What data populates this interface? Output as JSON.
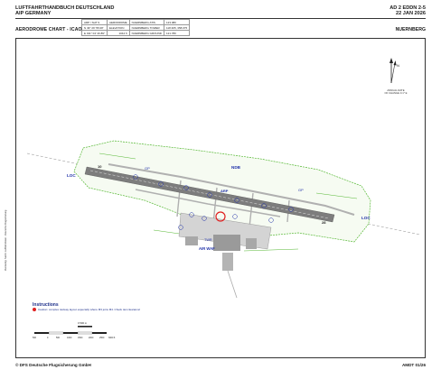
{
  "header": {
    "left_line1": "LUFTFAHRTHANDBUCH DEUTSCHLAND",
    "left_line2": "AIP GERMANY",
    "right_line1": "AD 2 EDDN 2-5",
    "right_line2": "22 JAN 2026"
  },
  "chart": {
    "title": "AERODROME CHART - ICAO",
    "location": "NUERNBERG"
  },
  "info_table": {
    "r1": [
      "ARP / SHT 9",
      "AERODROME",
      "NUERNBERG ATIS",
      "123.080"
    ],
    "r2": [
      "N 49° 29' 55.99\"",
      "ELEVATION",
      "NUERNBERG TOWER",
      "118.305, 358.075"
    ],
    "r3": [
      "E 011° 04' 40.89\"",
      "1044 ft",
      "NUERNBERG GROUND",
      "121.780"
    ]
  },
  "north": {
    "label": "N",
    "magvar_line1": "ANNUAL RATE",
    "magvar_line2": "OF CHANGE 0.1° E"
  },
  "map_labels": {
    "loc_west": "LOC",
    "loc_east": "LOC",
    "ndb": "NDB",
    "gp_west": "GP",
    "gp_east": "GP",
    "arp": "ARP",
    "twr": "TWR",
    "terminal": "AIR WAF",
    "rwy_west": "10",
    "rwy_east": "28"
  },
  "instructions": {
    "title": "Instructions",
    "item1": "Caution: complex taxiway layout especially where M3 joins M4. Check taxi clearance!"
  },
  "scale": {
    "label_top": "0  500 m",
    "ticks": [
      "500",
      "0",
      "500",
      "1000",
      "1500",
      "2000",
      "2500",
      "3000 ft"
    ]
  },
  "side_note": "Zuständig: Nachr. Luftfahrtdaten - Deutsche Flugsicherung",
  "footer": {
    "left": "© DFS Deutsche Flugsicherung GmbH",
    "right": "AMDT 01/26"
  },
  "colors": {
    "green": "#55b833",
    "blue": "#2233aa",
    "hotspot": "#e02020",
    "runway": "#7d7d7d"
  }
}
